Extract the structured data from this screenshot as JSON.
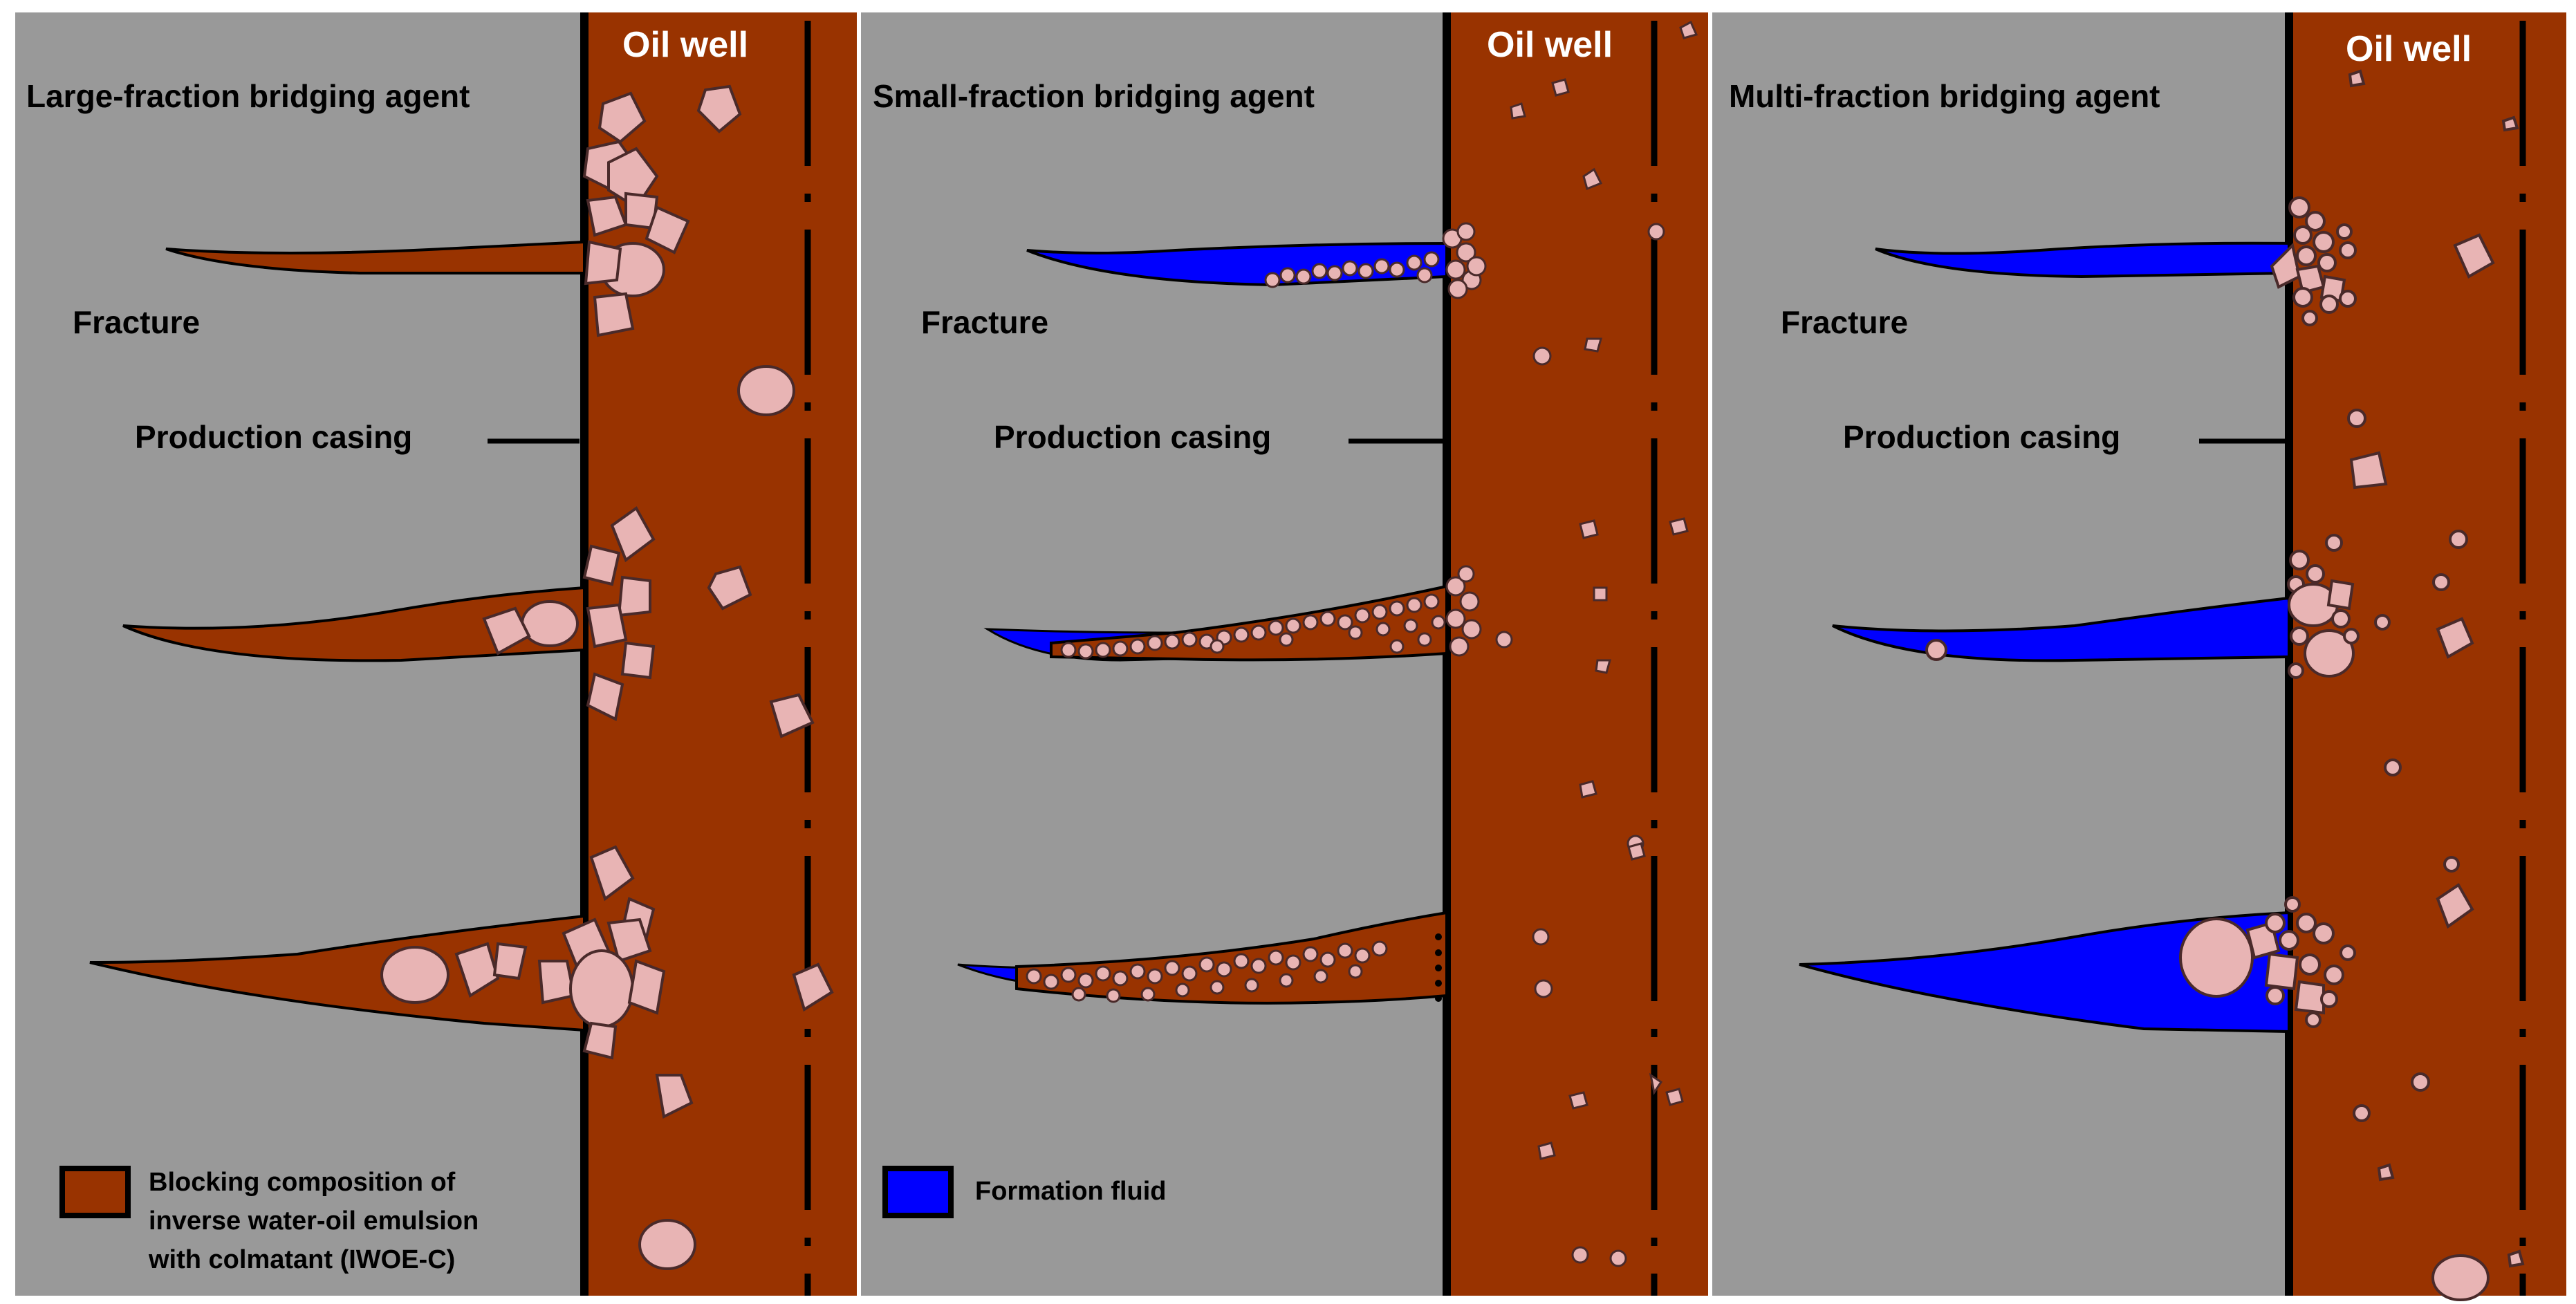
{
  "colors": {
    "rock": "#999999",
    "well": "#993300",
    "fluid": "#0000ff",
    "particle": "#e8b4b4",
    "outline": "#000000",
    "label_on_well": "#ffffff"
  },
  "panels": [
    {
      "title": "Large-fraction bridging agent",
      "well_label": "Oil well",
      "fracture_label": "Fracture",
      "casing_label": "Production casing",
      "fracture_fill": "IWOE-C"
    },
    {
      "title": "Small-fraction bridging agent",
      "well_label": "Oil well",
      "fracture_label": "Fracture",
      "casing_label": "Production casing",
      "fracture_fill": "formation-fluid-and-IWOE-C"
    },
    {
      "title": "Multi-fraction bridging agent",
      "well_label": "Oil well",
      "fracture_label": "Fracture",
      "casing_label": "Production casing",
      "fracture_fill": "formation-fluid"
    }
  ],
  "legend": [
    {
      "lines": [
        "Blocking composition of",
        "inverse water-oil emulsion",
        "with colmatant (IWOE-C)"
      ],
      "swatch_color": "#993300"
    },
    {
      "lines": [
        "Formation fluid"
      ],
      "swatch_color": "#0000ff"
    }
  ]
}
